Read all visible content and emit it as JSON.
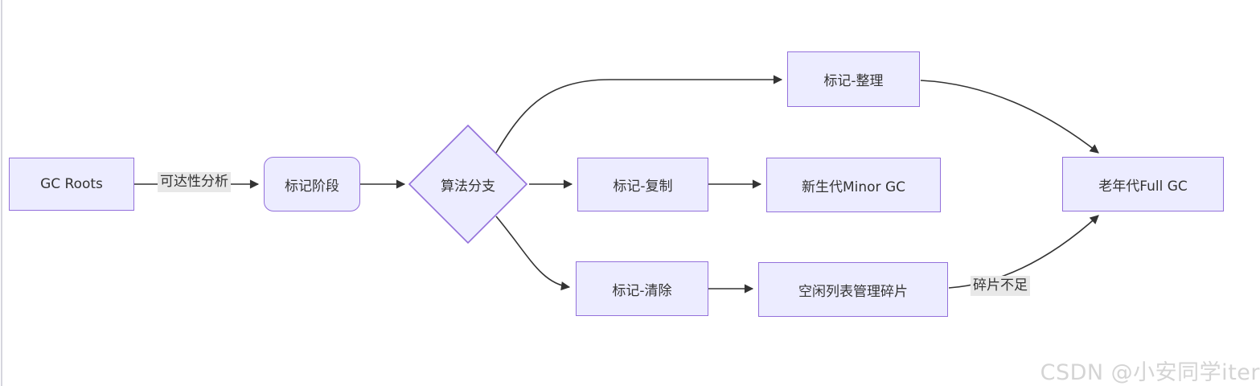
{
  "diagram": {
    "title_semantic": "JVM GC algorithm flowchart",
    "colors": {
      "node_fill": "#ECECFF",
      "node_border": "#9370DB",
      "edge_stroke": "#333333",
      "edge_label_bg": "#e8e8e8",
      "text": "#333333"
    },
    "nodes": [
      {
        "id": "gc_roots",
        "label": "GC Roots",
        "shape": "rect"
      },
      {
        "id": "mark_phase",
        "label": "标记阶段",
        "shape": "rounded-rect"
      },
      {
        "id": "branch",
        "label": "算法分支",
        "shape": "diamond"
      },
      {
        "id": "mark_compact",
        "label": "标记-整理",
        "shape": "rect"
      },
      {
        "id": "mark_copy",
        "label": "标记-复制",
        "shape": "rect"
      },
      {
        "id": "minor_gc",
        "label": "新生代Minor GC",
        "shape": "rect"
      },
      {
        "id": "mark_sweep",
        "label": "标记-清除",
        "shape": "rect"
      },
      {
        "id": "free_list",
        "label": "空闲列表管理碎片",
        "shape": "rect"
      },
      {
        "id": "full_gc",
        "label": "老年代Full GC",
        "shape": "rect"
      }
    ],
    "edge_labels": [
      {
        "id": "reachability_analysis",
        "label": "可达性分析",
        "on_edge": "gc_roots→mark_phase"
      },
      {
        "id": "fragmentation",
        "label": "碎片不足",
        "on_edge": "free_list→full_gc"
      }
    ],
    "edges": [
      {
        "from": "gc_roots",
        "to": "mark_phase",
        "label": "可达性分析"
      },
      {
        "from": "mark_phase",
        "to": "branch",
        "label": ""
      },
      {
        "from": "branch",
        "to": "mark_compact",
        "label": ""
      },
      {
        "from": "branch",
        "to": "mark_copy",
        "label": ""
      },
      {
        "from": "branch",
        "to": "mark_sweep",
        "label": ""
      },
      {
        "from": "mark_copy",
        "to": "minor_gc",
        "label": ""
      },
      {
        "from": "mark_compact",
        "to": "full_gc",
        "label": ""
      },
      {
        "from": "mark_sweep",
        "to": "free_list",
        "label": ""
      },
      {
        "from": "free_list",
        "to": "full_gc",
        "label": "碎片不足"
      }
    ]
  },
  "watermark": {
    "text": "CSDN @小安同学iter",
    "color": "#d4d4d4"
  }
}
